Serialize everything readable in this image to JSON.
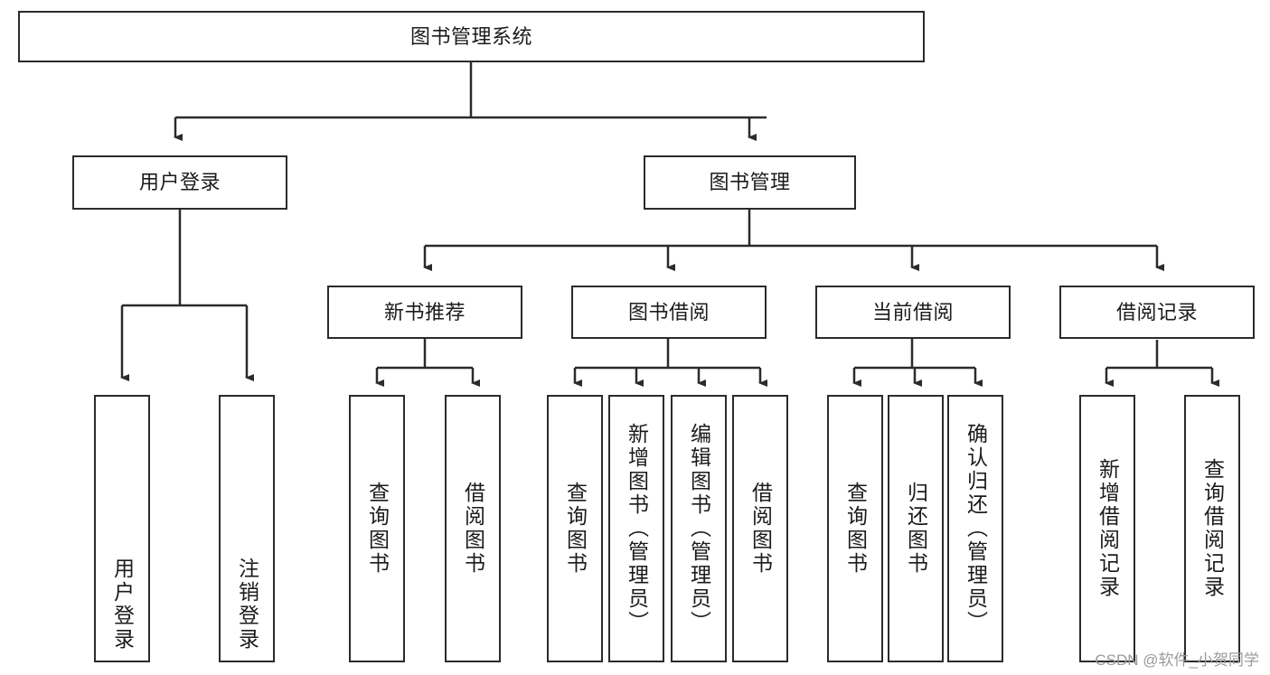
{
  "diagram": {
    "title": "图书管理系统",
    "type": "tree",
    "stroke_color": "#2b2b2b",
    "fill_color": "#ffffff",
    "text_color": "#1b1b1b",
    "watermark": "CSDN @软件_小贺同学"
  },
  "nodes": {
    "root": {
      "label": "图书管理系统"
    },
    "level2": [
      {
        "label": "用户登录"
      },
      {
        "label": "图书管理"
      }
    ],
    "level3": [
      {
        "label": "新书推荐"
      },
      {
        "label": "图书借阅"
      },
      {
        "label": "当前借阅"
      },
      {
        "label": "借阅记录"
      }
    ],
    "leaves": {
      "user_login": [
        {
          "label": "用户登录"
        },
        {
          "label": "注销登录"
        }
      ],
      "new_book_recommend": [
        {
          "label": "查询图书"
        },
        {
          "label": "借阅图书"
        }
      ],
      "book_borrow": [
        {
          "label": "查询图书"
        },
        {
          "label": "新增图书（管理员）"
        },
        {
          "label": "编辑图书（管理员）"
        },
        {
          "label": "借阅图书"
        }
      ],
      "current_borrow": [
        {
          "label": "查询图书"
        },
        {
          "label": "归还图书"
        },
        {
          "label": "确认归还（管理员）"
        }
      ],
      "borrow_record": [
        {
          "label": "新增借阅记录"
        },
        {
          "label": "查询借阅记录"
        }
      ]
    }
  }
}
